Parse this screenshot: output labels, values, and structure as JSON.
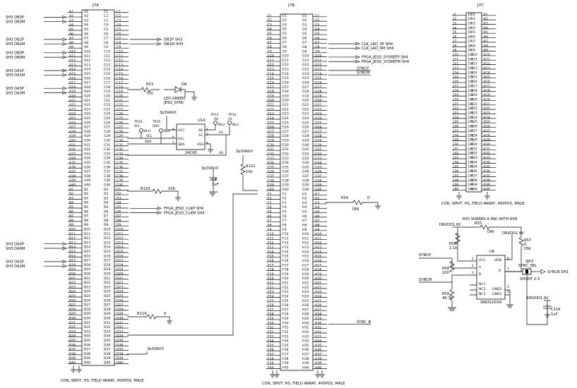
{
  "colors": {
    "line": "#000000",
    "background": "#ffffff"
  },
  "j7a": {
    "title": "J7A",
    "left_prefix": "A",
    "right_prefix": "C",
    "left_prefix2": "B",
    "right_prefix2": "D",
    "count": 40,
    "caption": "CON, SMVT, HS, FIELD ARRAY, 400POS, MALE",
    "nets_left": [
      {
        "label": "SH3  DB3P",
        "row": 2
      },
      {
        "label": "SH3  DB3M",
        "row": 3
      },
      {
        "label": "SH3  DB2P",
        "row": 7
      },
      {
        "label": "SH3  DB2M",
        "row": 8
      },
      {
        "label": "SH3  DB0P",
        "row": 10
      },
      {
        "label": "SH3  DB0M",
        "row": 11
      },
      {
        "label": "SH3  DA1P",
        "row": 14
      },
      {
        "label": "SH3  DA1M",
        "row": 15
      },
      {
        "label": "SH3  DA3P",
        "row": 18
      },
      {
        "label": "SH3  DA3M",
        "row": 19
      },
      {
        "label": "SH3  DA0P",
        "row": 53
      },
      {
        "label": "SH3  DA0M",
        "row": 54
      },
      {
        "label": "SH3  DA2P",
        "row": 57
      },
      {
        "label": "SH3  DA2M",
        "row": 58
      }
    ],
    "nets_right": [
      {
        "label": "DB1P  SH3",
        "row": 7
      },
      {
        "label": "DB1M  SH3",
        "row": 8
      },
      {
        "label": "FPGA_JESD_CLKP  SH4",
        "row": 45
      },
      {
        "label": "FPGA_JESD_CLKM  SH4",
        "row": 46
      }
    ]
  },
  "j7b": {
    "title": "J7B",
    "left_prefix": "E",
    "right_prefix": "G",
    "left_prefix2": "F",
    "right_prefix2": "H",
    "count": 40,
    "caption": "CON, SMVT, HS, FIELD ARRAY, 400POS, MALE",
    "nets_right": [
      {
        "label": "CLK_LAO_0P  SH4",
        "row": 7
      },
      {
        "label": "CLK_LAO_0M  SH4",
        "row": 8
      },
      {
        "label": "FPGA_JESD_SYSREFP  SH4",
        "row": 10
      },
      {
        "label": "FPGA_JESD_SYSREFM  SH4",
        "row": 11
      },
      {
        "label": "SYNCP",
        "row": 13
      },
      {
        "label": "SYNCM",
        "row": 14
      },
      {
        "label": "SYNC_B",
        "row": 70
      }
    ]
  },
  "j7c": {
    "title": "J7C",
    "left_prefix": "J",
    "right_prefix": "K",
    "count": 40,
    "caption": "CON, SMVT, HS, FIELD ARRAY, 400POS, MALE"
  },
  "led": {
    "ref": "R53",
    "value": "750",
    "diode": "D8",
    "label1": "LED GREEN",
    "label2": "JESD_SYNC"
  },
  "eeprom": {
    "ref": "U14",
    "part": "24C65",
    "supply": "3p3VAUX",
    "pins": [
      "VCC",
      "SCL",
      "SDA",
      "A0",
      "A1",
      "VSS"
    ],
    "nums": [
      "8",
      "6",
      "5",
      "1",
      "2",
      "4"
    ],
    "scl": "SCL",
    "sda": "SDA",
    "a0": "A0",
    "a1": "A1",
    "tp16": "TP16",
    "tp15": "TP15",
    "tp13": "TP13",
    "tp14": "TP14",
    "tpcolor": "BLU",
    "tpa0": "A0",
    "tpa1": "A1"
  },
  "passives": {
    "r120": {
      "ref": "R120",
      "value": "10K"
    },
    "r119": {
      "ref": "R119",
      "value": "0"
    },
    "r121": {
      "ref": "R121",
      "value": "10k",
      "supply": "3p3VAUX"
    },
    "c8": {
      "ref": "C8",
      "value": "1uF",
      "supply": "3p3VAUX"
    },
    "r54": {
      "ref": "R54",
      "value": "0",
      "dni": "DNI"
    },
    "supply_bottom": "3p3VAUX"
  },
  "sync_circuit": {
    "heading": "R55 SHARES A PAD WITH R58",
    "rail1": "DRVDD1.9V",
    "rail2": "DRVDD1.9V",
    "rail3": "DRVDD1.9V",
    "r55": {
      "ref": "R55",
      "dni": "DNI"
    },
    "r56": {
      "ref": "R56",
      "value": "2.1k"
    },
    "r57": {
      "ref": "R57",
      "value": "0",
      "dni": "DNI"
    },
    "r58": {
      "ref": "R58",
      "value": "100"
    },
    "r59": {
      "ref": "R59",
      "value": "48.7k"
    },
    "u6": {
      "ref": "U6",
      "part": "SN65LVDS4",
      "pins_left": [
        "VCC",
        "A",
        "B",
        "NC1",
        "NC2",
        "NC3"
      ],
      "pins_right": [
        "VDD",
        "R",
        "GND2",
        "GND1"
      ],
      "nums": [
        "1",
        "2",
        "3",
        "4",
        "5",
        "6",
        "7",
        "8"
      ]
    },
    "sjp3": {
      "ref": "SJP3",
      "label": "SYNC_SEL",
      "shunt": "SHUNT 2-3"
    },
    "syncb_out": "SYNCB  SH3",
    "syncp": "SYNCP",
    "syncm": "SYNCM",
    "c116": {
      "ref": "C116",
      "value": "1uF"
    }
  }
}
